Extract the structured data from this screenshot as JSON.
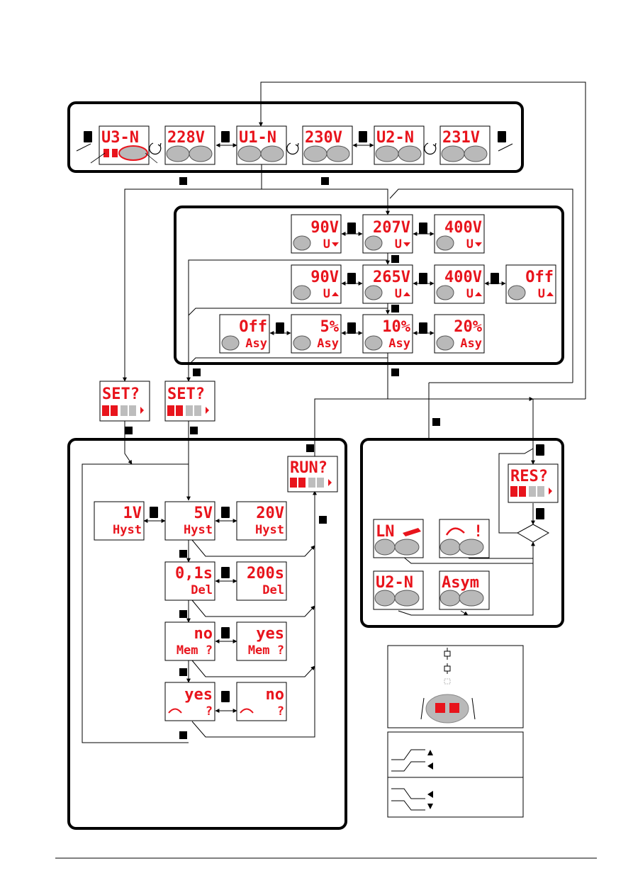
{
  "measurement": {
    "screens": [
      {
        "top": "U3-N",
        "leds": "phase-diagram"
      },
      {
        "top": "228V"
      },
      {
        "top": "U1-N"
      },
      {
        "top": "230V"
      },
      {
        "top": "U2-N"
      },
      {
        "top": "231V"
      }
    ]
  },
  "limits": {
    "under": [
      {
        "top": "90V",
        "bottom": "U"
      },
      {
        "top": "207V",
        "bottom": "U"
      },
      {
        "top": "400V",
        "bottom": "U"
      }
    ],
    "over": [
      {
        "top": "90V",
        "bottom": "U"
      },
      {
        "top": "265V",
        "bottom": "U"
      },
      {
        "top": "400V",
        "bottom": "U"
      },
      {
        "top": "Off",
        "bottom": "U"
      }
    ],
    "asym": [
      {
        "top": "Off",
        "bottom": "Asy"
      },
      {
        "top": "5%",
        "bottom": "Asy"
      },
      {
        "top": "10%",
        "bottom": "Asy"
      },
      {
        "top": "20%",
        "bottom": "Asy"
      }
    ]
  },
  "set_prompts": [
    {
      "top": "SET?"
    },
    {
      "top": "SET?"
    }
  ],
  "settings": {
    "run": {
      "top": "RUN?"
    },
    "hyst": [
      {
        "top": "1V",
        "bottom": "Hyst"
      },
      {
        "top": "5V",
        "bottom": "Hyst"
      },
      {
        "top": "20V",
        "bottom": "Hyst"
      }
    ],
    "delay": [
      {
        "top": "0,1s",
        "bottom": "Del"
      },
      {
        "top": "200s",
        "bottom": "Del"
      }
    ],
    "memory": [
      {
        "top": "no",
        "bottom": "Mem ?"
      },
      {
        "top": "yes",
        "bottom": "Mem ?"
      }
    ],
    "restart": [
      {
        "top": "yes",
        "bottom": "?"
      },
      {
        "top": "no",
        "bottom": "?"
      }
    ]
  },
  "faults": {
    "res": {
      "top": "RES?"
    },
    "items": [
      {
        "top": "LN"
      },
      {
        "top": "!"
      },
      {
        "top": "U2-N"
      },
      {
        "top": "Asym"
      }
    ]
  },
  "colors": {
    "lcd_red": "#e8141c",
    "led_grey": "#b9b9b9",
    "button_blue": "#3344aa"
  }
}
